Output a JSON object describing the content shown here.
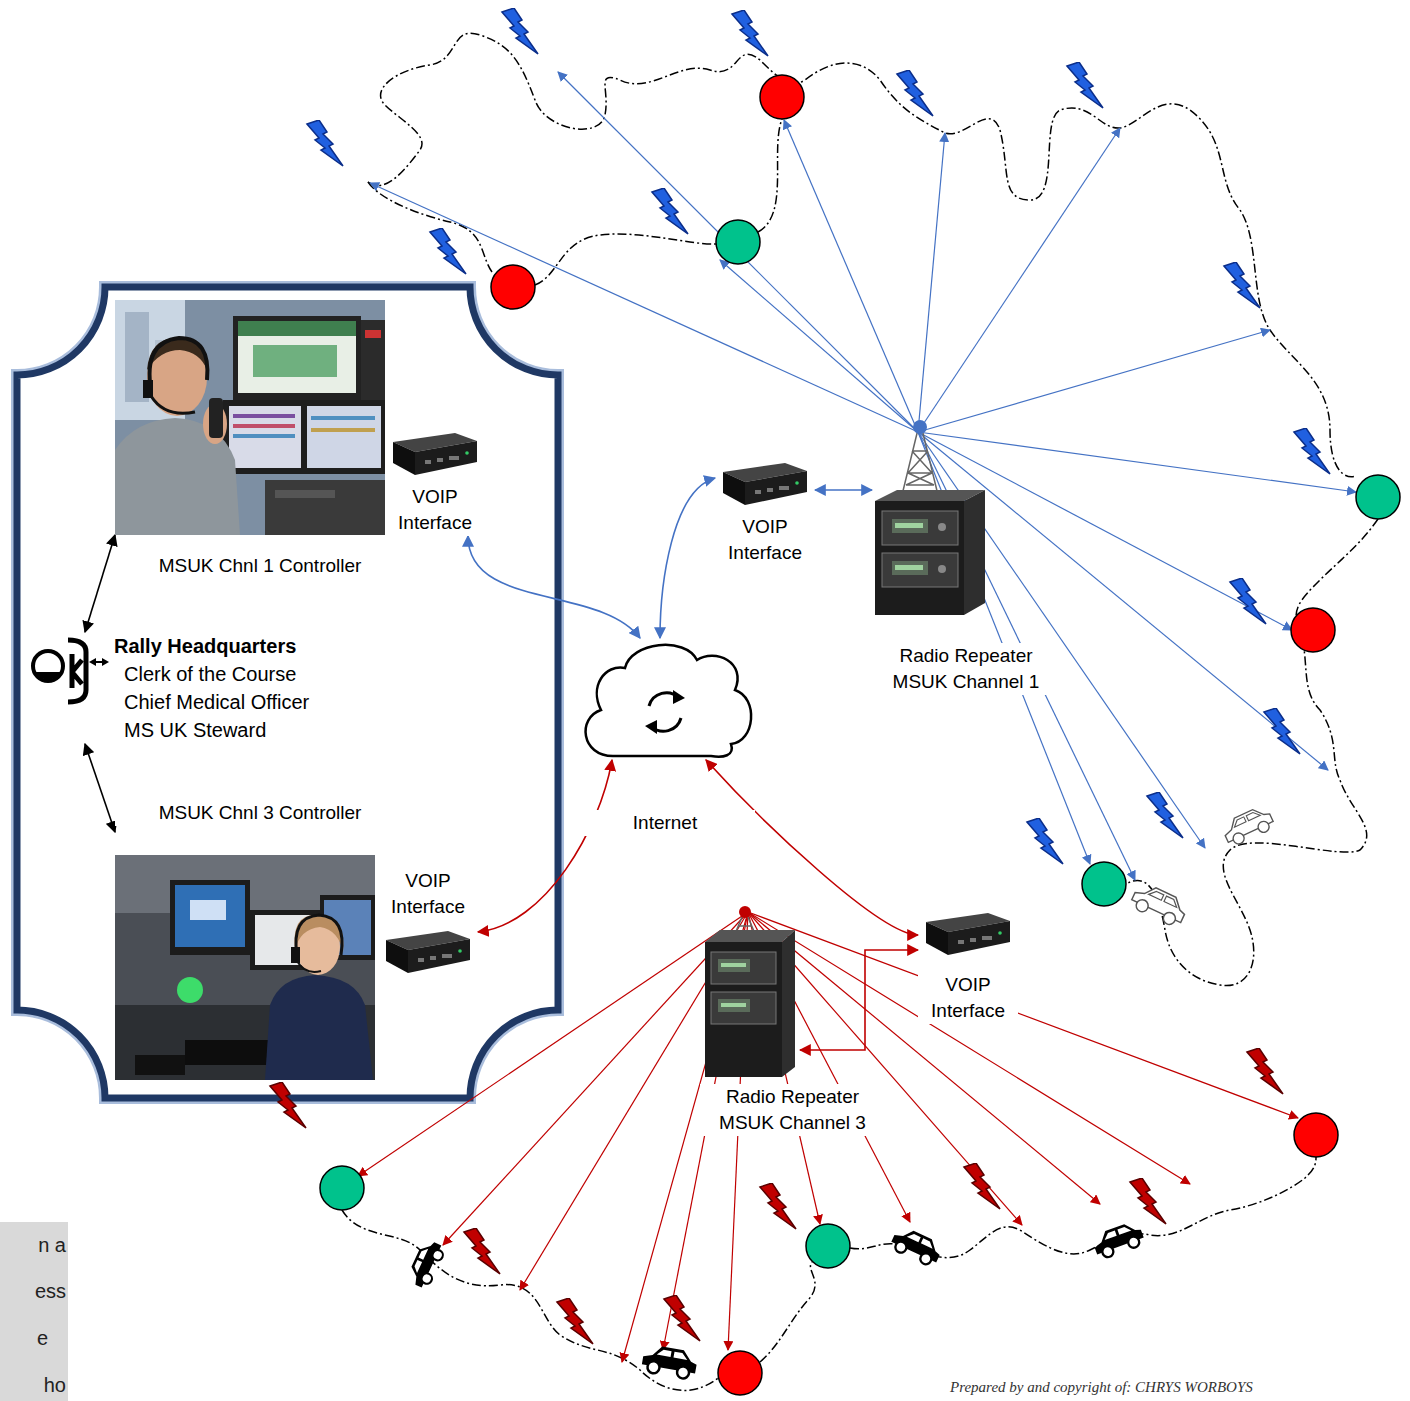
{
  "diagram": {
    "nodes": [
      {
        "text": [
          "MSUK Chnl 1 Controller"
        ]
      },
      {
        "text": [
          "VOIP Interface"
        ]
      },
      {
        "text": [
          "Rally Headquarters",
          "Clerk of the Course",
          "Chief Medical Officer",
          "MS UK Steward"
        ]
      },
      {
        "text": [
          "MSUK Chnl 3 Controller"
        ]
      },
      {
        "text": [
          "VOIP Interface"
        ]
      },
      {
        "text": [
          "VOIP Interface"
        ]
      },
      {
        "text": [
          "Radio Repeater MSUK Channel 1"
        ]
      },
      {
        "text": [
          "Internet"
        ]
      },
      {
        "text": [
          "VOIP Interface"
        ]
      },
      {
        "text": [
          "Radio Repeater MSUK Channel 3"
        ]
      }
    ],
    "edges": [
      {
        "from": 2,
        "to": 0,
        "arrow": "both"
      },
      {
        "from": 2,
        "to": 3,
        "arrow": "both"
      },
      {
        "from": 1,
        "to": 7,
        "arrow": "both"
      },
      {
        "from": 5,
        "to": 7,
        "arrow": "both"
      },
      {
        "from": 5,
        "to": 6,
        "arrow": "both"
      },
      {
        "from": 4,
        "to": 7,
        "arrow": "both"
      },
      {
        "from": 7,
        "to": 8,
        "arrow": "both"
      },
      {
        "from": 8,
        "to": 9,
        "arrow": "both"
      }
    ],
    "labels": [
      "n a",
      "ess",
      "e",
      "ho",
      "Prepared by and copyright of: CHRYS WORBOYS"
    ]
  }
}
